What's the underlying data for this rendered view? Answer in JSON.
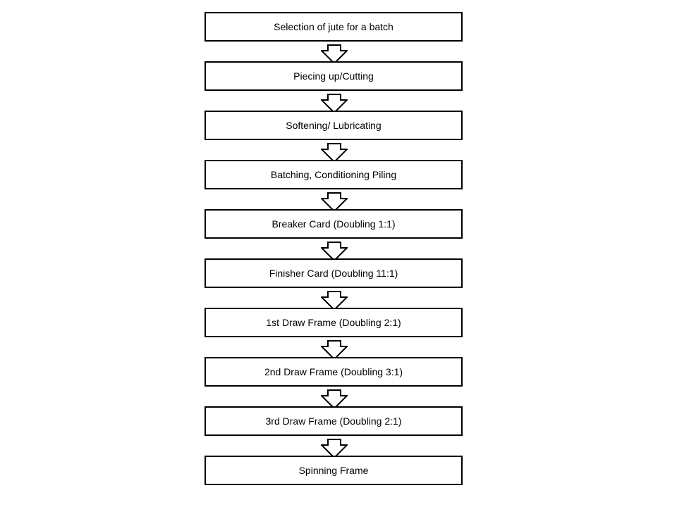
{
  "flowchart": {
    "steps": [
      {
        "label": "Selection of jute for a batch"
      },
      {
        "label": "Piecing up/Cutting"
      },
      {
        "label": "Softening/ Lubricating"
      },
      {
        "label": "Batching, Conditioning Piling"
      },
      {
        "label": "Breaker Card (Doubling 1:1)"
      },
      {
        "label": "Finisher Card (Doubling 11:1)"
      },
      {
        "label": "1st Draw Frame (Doubling 2:1)"
      },
      {
        "label": "2nd Draw Frame (Doubling 3:1)"
      },
      {
        "label": "3rd Draw Frame (Doubling 2:1)"
      },
      {
        "label": "Spinning Frame"
      }
    ]
  }
}
